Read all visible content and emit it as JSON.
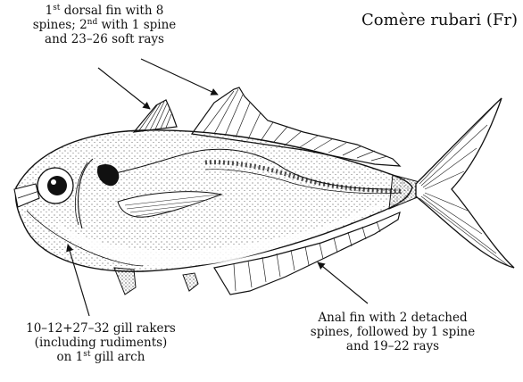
{
  "title": "Comère rubari (Fr)",
  "annotations": {
    "dorsal": {
      "line1_pre": "1",
      "line1_sup": "st",
      "line1_post": " dorsal fin with 8",
      "line2_pre": "spines; 2",
      "line2_sup": "nd",
      "line2_post": " with 1 spine",
      "line3": "and 23–26 soft rays"
    },
    "gill": {
      "line1": "10–12+27–32 gill rakers",
      "line2": "(including rudiments)",
      "line3_pre": "on 1",
      "line3_sup": "st",
      "line3_post": " gill arch"
    },
    "anal": {
      "line1": "Anal fin with 2 detached",
      "line2": "spines, followed by 1 spine",
      "line3": "and 19–22 rays"
    }
  },
  "colors": {
    "ink": "#111111",
    "background": "#ffffff"
  }
}
